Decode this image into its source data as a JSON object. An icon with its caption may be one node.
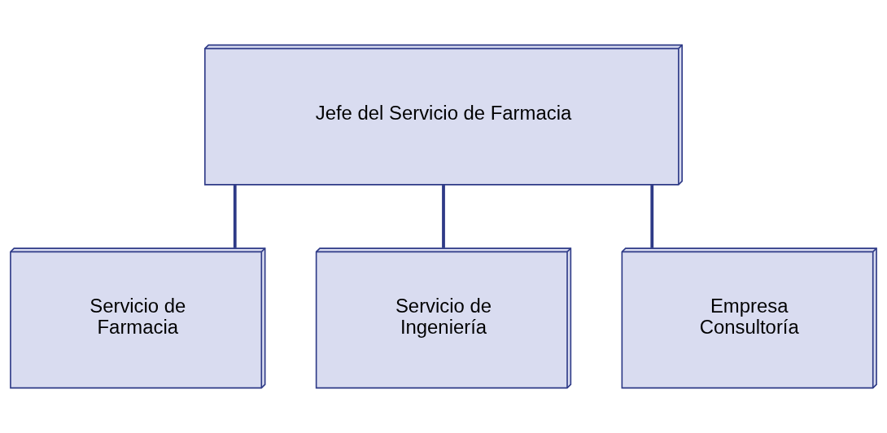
{
  "diagram": {
    "nodes": [
      {
        "text": [
          "Jefe del Servicio de Farmacia"
        ]
      },
      {
        "text": [
          "Servicio de Farmacia"
        ]
      },
      {
        "text": [
          "Servicio de Ingeniería"
        ]
      },
      {
        "text": [
          "Empresa Consultoría"
        ]
      }
    ],
    "edges": [
      {
        "from": 0,
        "to": 1,
        "arrow": "none"
      },
      {
        "from": 0,
        "to": 2,
        "arrow": "none"
      },
      {
        "from": 0,
        "to": 3,
        "arrow": "none"
      }
    ]
  }
}
